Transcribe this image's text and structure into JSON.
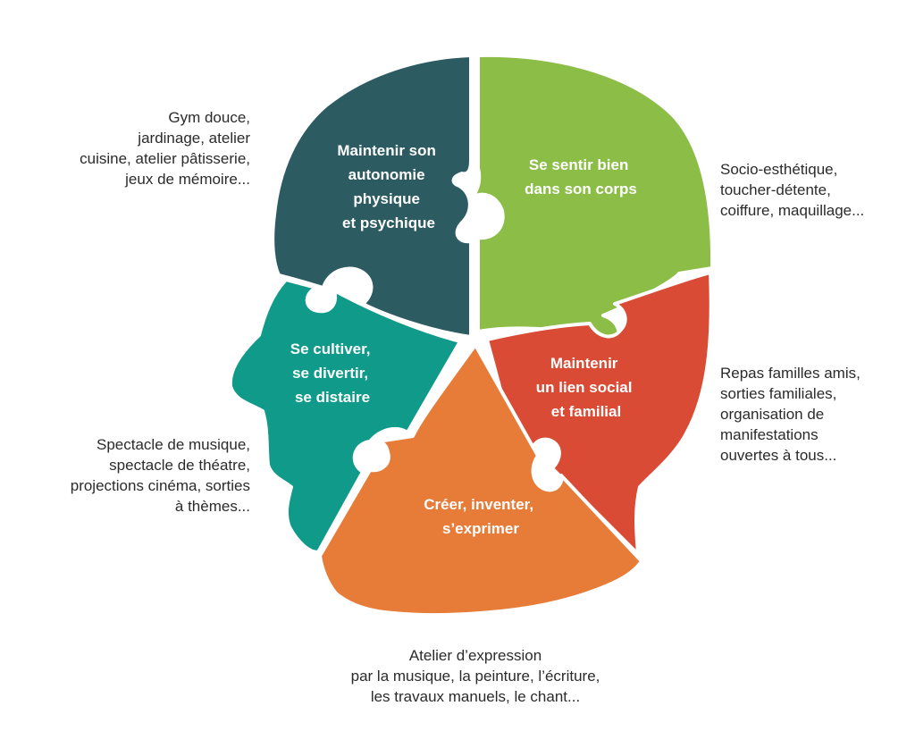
{
  "pieces": {
    "autonomie": {
      "color": "#2c5b62",
      "label": [
        "Maintenir son",
        "autonomie",
        "physique",
        "et psychique"
      ]
    },
    "corps": {
      "color": "#8bbd47",
      "label": [
        "Se sentir bien",
        "dans son corps"
      ]
    },
    "cultiver": {
      "color": "#0f9a8a",
      "label": [
        "Se cultiver,",
        "se divertir,",
        "se distaire"
      ]
    },
    "social": {
      "color": "#d94b35",
      "label": [
        "Maintenir",
        "un lien social",
        "et familial"
      ]
    },
    "creer": {
      "color": "#e77b38",
      "label": [
        "Créer, inventer,",
        "s’exprimer"
      ]
    }
  },
  "notes": {
    "top_left": [
      "Gym douce,",
      "jardinage, atelier",
      "cuisine, atelier pâtisserie,",
      "jeux de mémoire..."
    ],
    "top_right": [
      "Socio-esthétique,",
      "toucher-détente,",
      "coiffure, maquillage..."
    ],
    "middle_left": [
      "Spectacle de musique,",
      "spectacle de théatre,",
      "projections cinéma, sorties",
      "à thèmes..."
    ],
    "middle_right": [
      "Repas familles amis,",
      "sorties familiales,",
      "organisation de",
      "manifestations",
      "ouvertes à tous..."
    ],
    "bottom": [
      "Atelier d’expression",
      "par la musique, la peinture, l’écriture,",
      "les travaux manuels, le chant..."
    ]
  }
}
